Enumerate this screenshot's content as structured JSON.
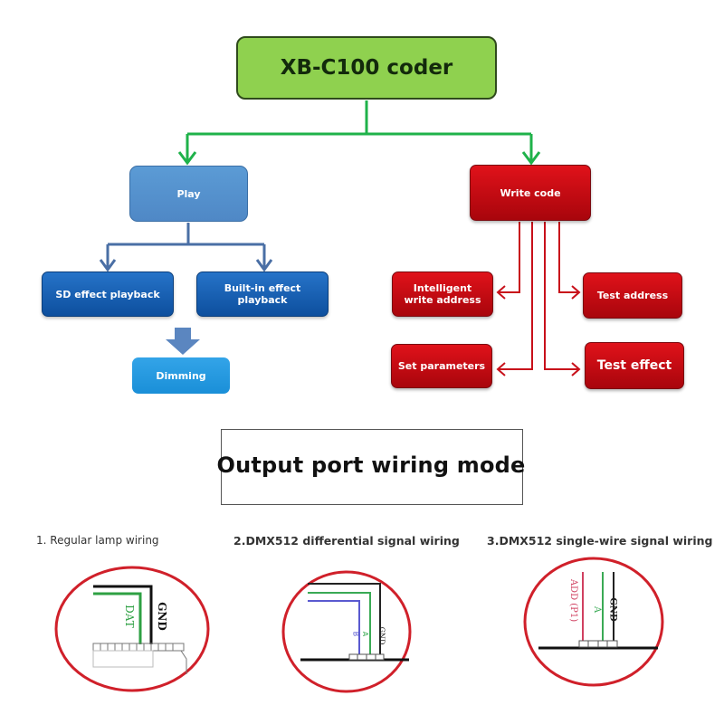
{
  "root": {
    "label": "XB-C100 coder",
    "color": "#8fd14f"
  },
  "play_branch": {
    "label": "Play",
    "children": [
      "SD effect playback",
      "Built-in effect playback"
    ],
    "sd_label_lines": [
      "SD effect playback"
    ],
    "builtin_label_lines": [
      "Built-in effect",
      "playback"
    ],
    "dimming": "Dimming"
  },
  "write_branch": {
    "label": "Write code",
    "children": [
      {
        "label_lines": [
          "Intelligent",
          "write address"
        ]
      },
      {
        "label_lines": [
          "Test address"
        ]
      },
      {
        "label_lines": [
          "Set parameters"
        ]
      },
      {
        "label_lines": [
          "Test effect"
        ]
      }
    ]
  },
  "section": {
    "title": "Output port wiring mode"
  },
  "wiring_modes": [
    {
      "title": "1. Regular lamp wiring",
      "wires": [
        "DAT",
        "GND"
      ]
    },
    {
      "title": "2.DMX512 differential signal wiring",
      "wires": [
        "B",
        "A",
        "GND"
      ]
    },
    {
      "title": "3.DMX512 single-wire signal wiring",
      "wires": [
        "ADD (P1)",
        "A",
        "GND"
      ]
    }
  ],
  "colors": {
    "connector_green": "#1fb24a",
    "connector_blue": "#4a76ad",
    "connector_red": "#c8101a",
    "highlight_circle": "#d0202a"
  }
}
